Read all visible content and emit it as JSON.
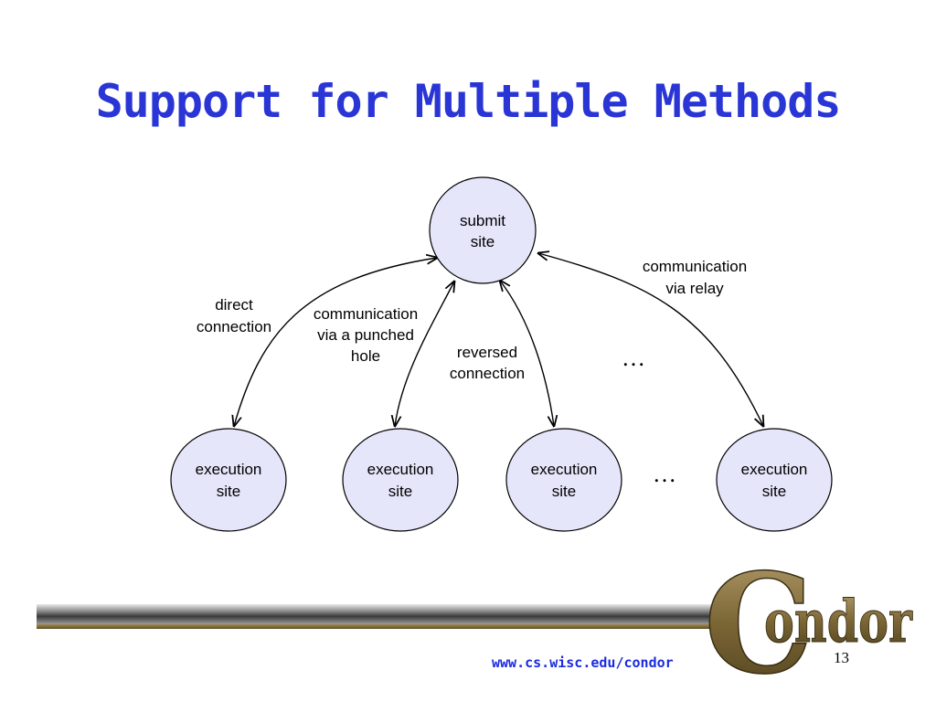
{
  "slide": {
    "title": "Support for Multiple Methods",
    "footer_url": "www.cs.wisc.edu/condor",
    "page_number": "13"
  },
  "diagram": {
    "submit_node": {
      "line1": "submit",
      "line2": "site"
    },
    "execution_nodes": [
      {
        "line1": "execution",
        "line2": "site"
      },
      {
        "line1": "execution",
        "line2": "site"
      },
      {
        "line1": "execution",
        "line2": "site"
      },
      {
        "line1": "execution",
        "line2": "site"
      }
    ],
    "edge_labels": {
      "direct": [
        "direct",
        "connection"
      ],
      "punched": [
        "communication",
        "via a punched",
        "hole"
      ],
      "reversed": [
        "reversed",
        "connection"
      ],
      "relay": [
        "communication",
        "via relay"
      ]
    },
    "ellipsis_top": "…",
    "ellipsis_bottom": "…"
  },
  "logo": {
    "big_letter": "C",
    "rest": "ondor"
  },
  "colors": {
    "title": "#2a35d6",
    "node_fill": "#e6e6fb",
    "node_stroke": "#000000",
    "url": "#1b2be0",
    "logo": "#8c7a4a"
  }
}
